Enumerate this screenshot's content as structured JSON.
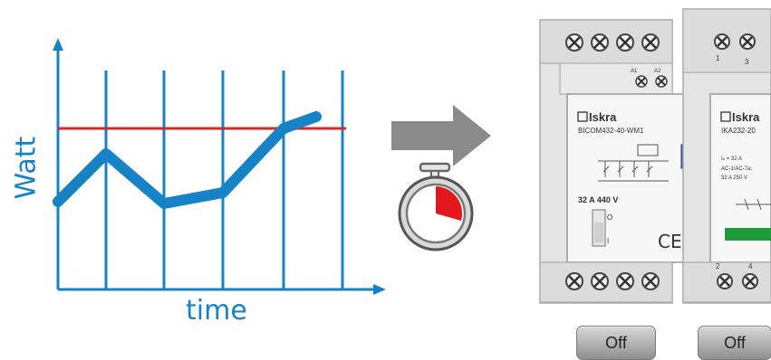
{
  "graph": {
    "ylabel": "Watt",
    "xlabel": "time",
    "line_color": "#1583c6",
    "threshold_color": "#d6282b"
  },
  "devices": {
    "left": {
      "brand": "Iskra",
      "model": "BICOM432-40-WM1",
      "rating": "32 A 440 V",
      "terminal_top_a1": "A1",
      "terminal_top_a2": "A2",
      "switch_o": "O",
      "switch_i": "I"
    },
    "right": {
      "brand": "Iskra",
      "model": "IKA232-20",
      "line1": "Iₙ = 32 A",
      "line2": "AC-1/AC-7a:",
      "line3": "32 A 250 V",
      "terminal_1": "1",
      "terminal_3": "3",
      "terminal_2": "2",
      "terminal_4": "4"
    }
  },
  "buttons": {
    "off_left": "Off",
    "off_right": "Off"
  }
}
